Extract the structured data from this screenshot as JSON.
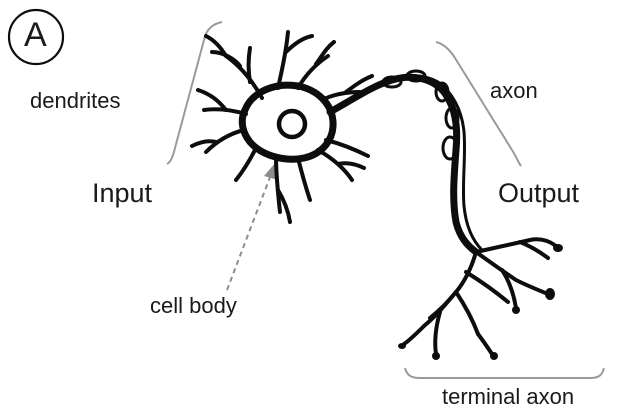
{
  "panel_letter": "A",
  "labels": {
    "dendrites": "dendrites",
    "axon": "axon",
    "input": "Input",
    "output": "Output",
    "cell_body": "cell body",
    "terminal_axon": "terminal axon"
  },
  "colors": {
    "ink": "#0d0d0d",
    "bracket": "#9a9a9a",
    "pointer": "#8c8c8c",
    "background": "#ffffff"
  }
}
